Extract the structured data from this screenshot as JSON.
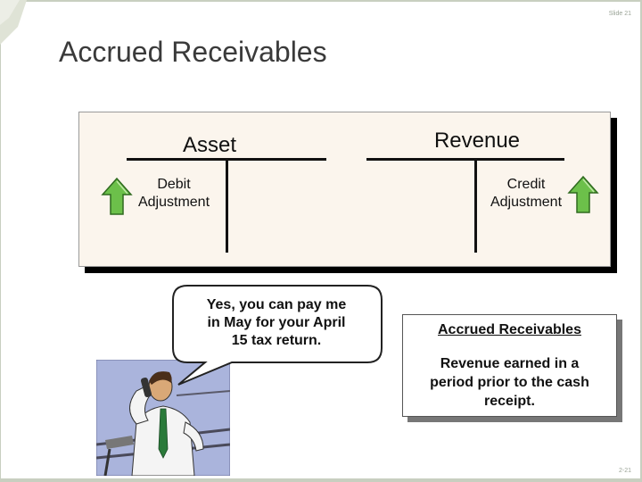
{
  "slide": {
    "slide_number_top": "Slide 21",
    "title": "Accrued Receivables",
    "slide_number_bottom": "2-21"
  },
  "t_accounts": {
    "left": {
      "title": "Asset",
      "label_line1": "Debit",
      "label_line2": "Adjustment",
      "arrow": "up-arrow-icon"
    },
    "right": {
      "title": "Revenue",
      "label_line1": "Credit",
      "label_line2": "Adjustment",
      "arrow": "up-arrow-icon"
    }
  },
  "bubble": {
    "line1": "Yes, you can pay me",
    "line2": "in May for your April",
    "line3": "15 tax return."
  },
  "info_box": {
    "heading": "Accrued Receivables",
    "line1": "Revenue earned in a",
    "line2": "period prior to the cash",
    "line3": "receipt."
  },
  "colors": {
    "panel_bg": "#fbf5ed",
    "arrow_fill": "#6cc04a",
    "clipart_bg": "#aab4dc"
  }
}
